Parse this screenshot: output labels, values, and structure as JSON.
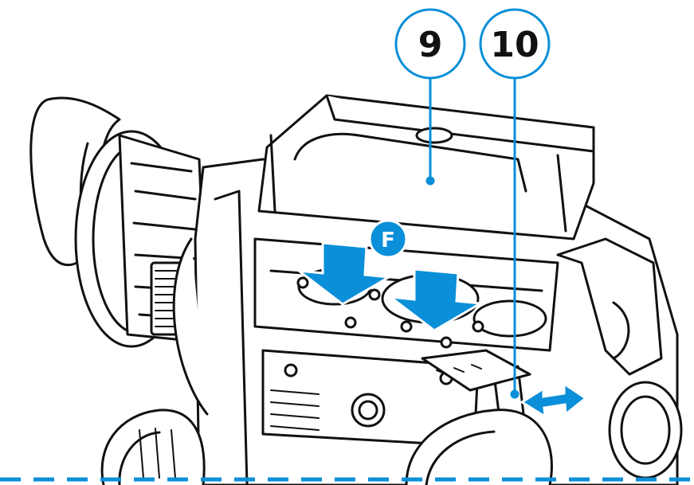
{
  "callouts": {
    "battery_number": "9",
    "latch_number": "10",
    "step_marker": "F"
  },
  "colors": {
    "accent_blue": "#0a8fd8",
    "line_black": "#111111",
    "background": "#ffffff"
  },
  "icons": {
    "insert_arrow": "arrow-down-icon",
    "slide_arrow": "double-arrow-horizontal-icon"
  }
}
